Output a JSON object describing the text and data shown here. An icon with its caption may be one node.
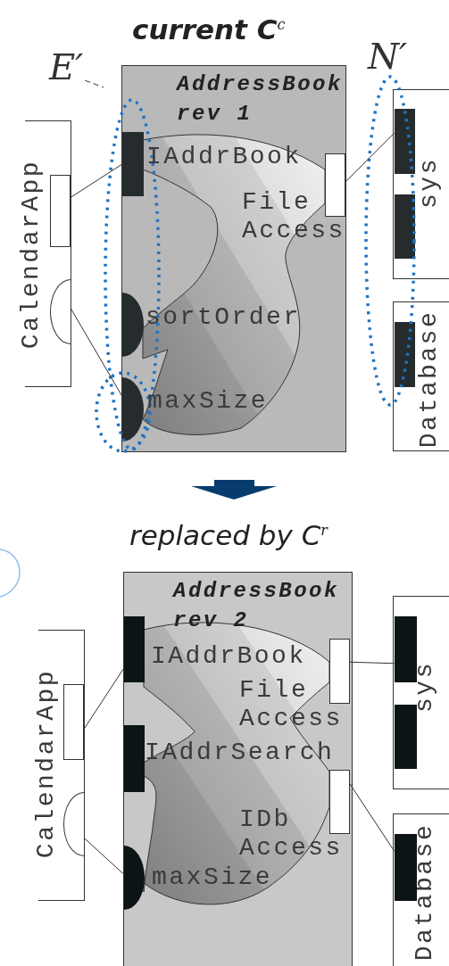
{
  "diagram": {
    "nodes": [
      {
        "text": [
          "AddressBook rev 1"
        ]
      },
      {
        "text": [],
        "shape": "bar",
        "in": 0,
        "beside": [
          "IAddrBook"
        ]
      },
      {
        "text": [],
        "shape": "semicircle",
        "in": 0,
        "beside": [
          "sortOrder"
        ]
      },
      {
        "text": [],
        "shape": "semicircle",
        "in": 0,
        "beside": [
          "maxSize"
        ]
      },
      {
        "text": [],
        "shape": "bar",
        "in": 0,
        "beside": [
          "File Access"
        ]
      },
      {
        "text": [
          "CalendarApp"
        ]
      },
      {
        "text": [],
        "shape": "bar",
        "in": 5
      },
      {
        "text": [],
        "shape": "semicircle",
        "in": 5
      },
      {
        "text": [
          "sys"
        ]
      },
      {
        "text": [],
        "shape": "bar",
        "in": 8
      },
      {
        "text": [],
        "shape": "bar",
        "in": 8
      },
      {
        "text": [
          "Database"
        ]
      },
      {
        "text": [],
        "shape": "bar",
        "in": 11
      },
      {
        "text": [
          "E′"
        ]
      },
      {
        "text": [
          "AddressBook rev 2"
        ]
      },
      {
        "text": [],
        "shape": "bar",
        "in": 14,
        "beside": [
          "IAddrBook"
        ]
      },
      {
        "text": [],
        "shape": "bar",
        "in": 14,
        "beside": [
          "IAddrSearch"
        ]
      },
      {
        "text": [],
        "shape": "semicircle",
        "in": 14,
        "beside": [
          "maxSize"
        ]
      },
      {
        "text": [],
        "shape": "bar",
        "in": 14,
        "beside": [
          "File Access"
        ]
      },
      {
        "text": [],
        "shape": "bar",
        "in": 14,
        "beside": [
          "IDb Access"
        ]
      },
      {
        "text": [
          "CalendarApp"
        ]
      },
      {
        "text": [],
        "shape": "bar",
        "in": 20
      },
      {
        "text": [],
        "shape": "semicircle",
        "in": 20
      },
      {
        "text": [
          "sys"
        ]
      },
      {
        "text": [],
        "shape": "bar",
        "in": 23
      },
      {
        "text": [],
        "shape": "bar",
        "in": 23
      },
      {
        "text": [
          "Database"
        ]
      },
      {
        "text": [],
        "shape": "bar",
        "in": 26
      }
    ],
    "edges": [
      {
        "from": 6,
        "to": 1,
        "arrow": "none"
      },
      {
        "from": 7,
        "to": 3,
        "arrow": "none"
      },
      {
        "from": 4,
        "to": 9,
        "arrow": "none"
      },
      {
        "from": 13,
        "to": null,
        "arrow": "none",
        "style": "dashed"
      },
      {
        "from": 21,
        "to": 15,
        "arrow": "none"
      },
      {
        "from": 22,
        "to": 17,
        "arrow": "none"
      },
      {
        "from": 18,
        "to": 24,
        "arrow": "none"
      },
      {
        "from": 19,
        "to": 27,
        "arrow": "none"
      }
    ],
    "labels": [
      "current *C*$^{c}$",
      "N′",
      "replaced by *C*$^{r}$"
    ]
  }
}
